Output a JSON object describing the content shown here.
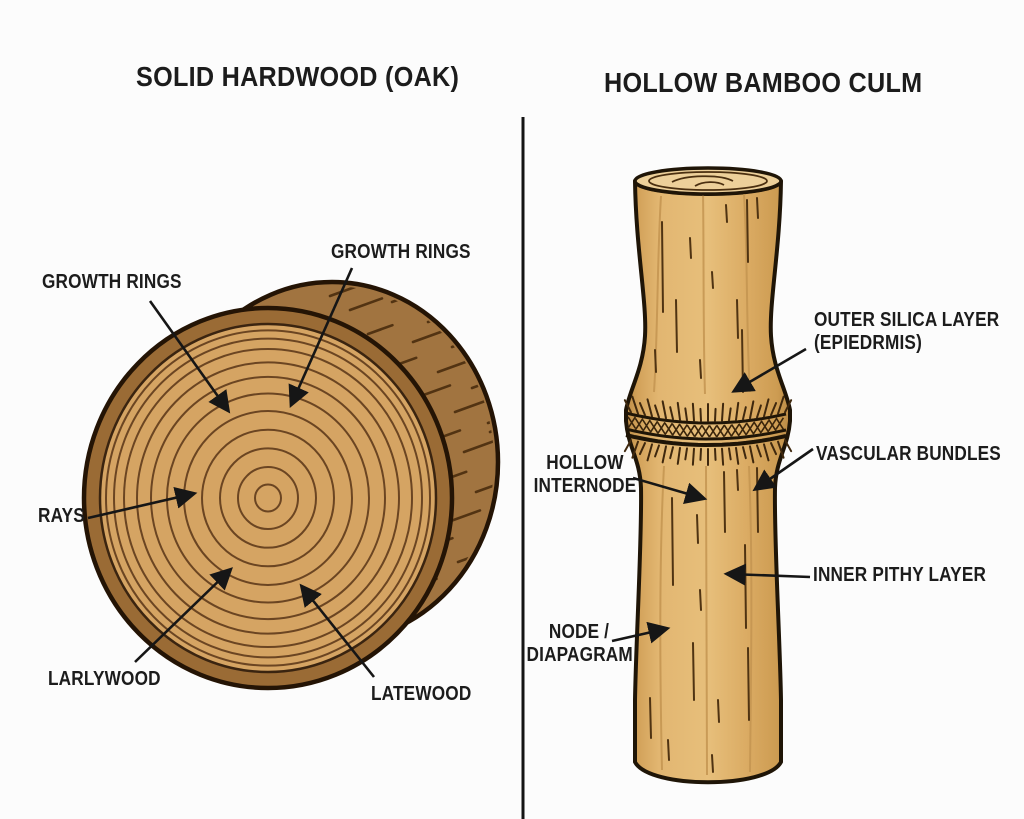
{
  "colors": {
    "background": "#fcfcfc",
    "text": "#1c1c1c",
    "outline": "#1f1507",
    "wood_face": "#d5a463",
    "wood_ring_line": "#6b4522",
    "bark_side": "#a17440",
    "bark_rim": "#9a6b35",
    "bamboo_body": "#ddae67",
    "bamboo_top_face": "#edd09a",
    "divider": "#141414",
    "arrow": "#161616"
  },
  "left_panel": {
    "title": "SOLID HARDWOOD (OAK)",
    "labels": {
      "growth_rings_top": "GROWTH RINGS",
      "growth_rings_left": "GROWTH RINGS",
      "rays": "RAYS",
      "earlywood": "LARLYWOOD",
      "latewood": "LATEWOOD"
    }
  },
  "right_panel": {
    "title": "HOLLOW BAMBOO CULM",
    "labels": {
      "outer_silica_layer_line1": "OUTER SILICA LAYER",
      "outer_silica_layer_line2": "(EPIEDRMIS)",
      "vascular_bundles": "VASCULAR BUNDLES",
      "hollow_internode_line1": "HOLLOW",
      "hollow_internode_line2": "INTERNODE",
      "inner_pithy_layer": "INNER PITHY LAYER",
      "node_diaphragm_line1": "NODE /",
      "node_diaphragm_line2": "DIAPAGRAM"
    }
  }
}
